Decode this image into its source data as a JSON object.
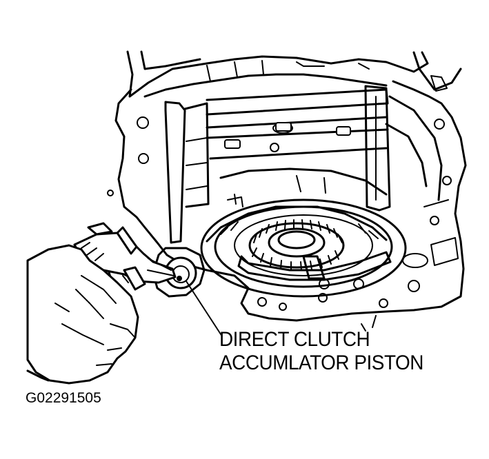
{
  "callout": {
    "line1": "DIRECT CLUTCH",
    "line2": "ACCUMLATOR PISTON"
  },
  "figure_id": "G02291505",
  "colors": {
    "ink": "#000000",
    "paper": "#ffffff"
  }
}
